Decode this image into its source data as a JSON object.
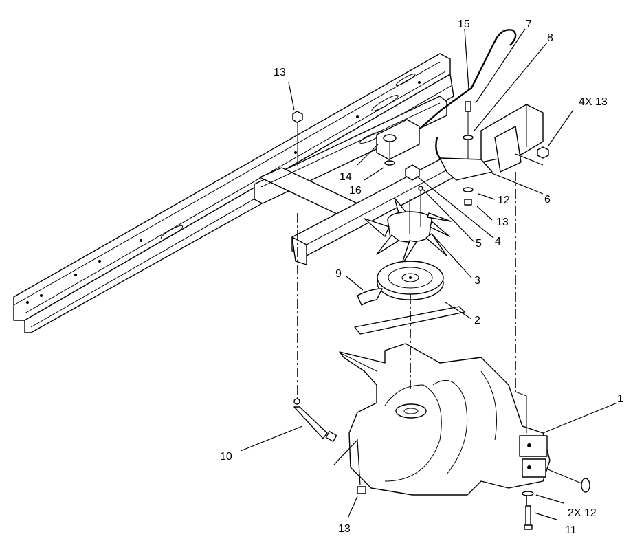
{
  "diagram": {
    "callouts": {
      "c1": "1",
      "c2": "2",
      "c3": "3",
      "c4": "4",
      "c5": "5",
      "c6": "6",
      "c7": "7",
      "c8": "8",
      "c9": "9",
      "c10": "10",
      "c11": "11",
      "c12_frame": "12",
      "c12_axle": "2X 12",
      "c13_top": "13",
      "c13_right": "4X 13",
      "c13_mid": "13",
      "c13_bottom": "13",
      "c14": "14",
      "c15": "15",
      "c16": "16"
    }
  }
}
